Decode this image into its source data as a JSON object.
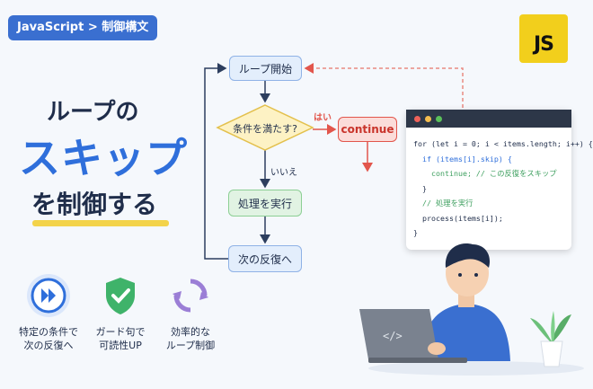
{
  "breadcrumb": "JavaScript > 制御構文",
  "logo_text": "JS",
  "title": {
    "line1": "ループの",
    "line2": "スキップ",
    "line3": "を制御する"
  },
  "flowchart": {
    "start": "ループ開始",
    "condition": "条件を満たす?",
    "yes_label": "はい",
    "no_label": "いいえ",
    "continue": "continue",
    "process": "処理を実行",
    "next": "次の反復へ"
  },
  "code": {
    "lines": [
      "for (let i = 0; i < items.length; i++) {",
      "  if (items[i].skip) {",
      "    continue; // この反復をスキップ",
      "  }",
      "  // 処理を実行",
      "  process(items[i]);",
      "}"
    ]
  },
  "laptop_symbol": "</>",
  "features": [
    {
      "icon": "fast-forward-icon",
      "line1": "特定の条件で",
      "line2": "次の反復へ",
      "color": "#2f6fdb"
    },
    {
      "icon": "shield-check-icon",
      "line1": "ガード句で",
      "line2": "可読性UP",
      "color": "#3fb36a"
    },
    {
      "icon": "cycle-icon",
      "line1": "効率的な",
      "line2": "ループ制御",
      "color": "#9b7ed6"
    }
  ],
  "colors": {
    "accent": "#2f6fdb",
    "continue": "#e2564c",
    "js": "#f2cf1c"
  }
}
